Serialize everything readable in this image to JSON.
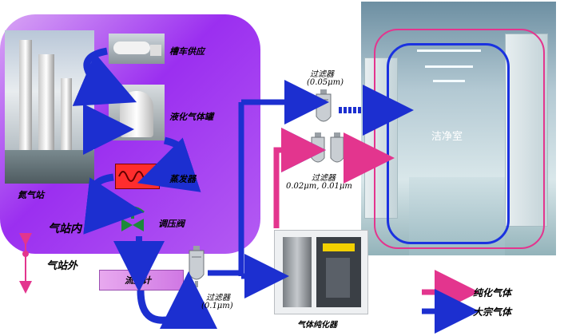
{
  "labels": {
    "truck_supply": "槽车供应",
    "liquid_tank": "液化气体罐",
    "evaporator": "蒸发器",
    "regulator": "调压阀",
    "nitrogen_station": "氮气站",
    "inside_station": "气站内",
    "outside_station": "气站外",
    "flow_meter": "流量计",
    "filter": "过滤器",
    "filter_spec_bottom": "(0.1μm)",
    "filter_spec_top": "(0.05μm)",
    "filter_spec_middle": "0.02μm, 0.01μm",
    "purifier": "气体纯化器",
    "cleanroom": "洁净室"
  },
  "legend": {
    "purified": "纯化气体",
    "bulk": "大宗气体"
  },
  "colors": {
    "bulk_arrow": "#1c2fd0",
    "purified_arrow": "#e3358e",
    "zone": "#a349f2"
  }
}
